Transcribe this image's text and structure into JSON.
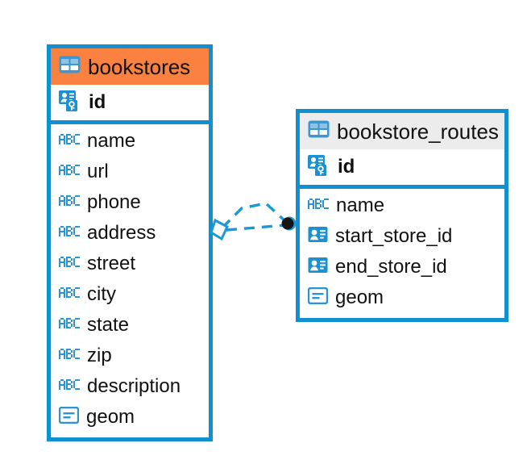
{
  "diagram": {
    "type": "entity-relationship-diagram",
    "background_color": "#ffffff",
    "border_color": "#108fd1",
    "entities": [
      {
        "name": "bookstores",
        "header_color": "#fa8140",
        "header_icon": "table-grid-icon",
        "primary_key": {
          "label": "id",
          "icon": "primary-key-icon"
        },
        "columns": [
          {
            "label": "name",
            "icon": "abc-text-icon"
          },
          {
            "label": "url",
            "icon": "abc-text-icon"
          },
          {
            "label": "phone",
            "icon": "abc-text-icon"
          },
          {
            "label": "address",
            "icon": "abc-text-icon"
          },
          {
            "label": "street",
            "icon": "abc-text-icon"
          },
          {
            "label": "city",
            "icon": "abc-text-icon"
          },
          {
            "label": "state",
            "icon": "abc-text-icon"
          },
          {
            "label": "zip",
            "icon": "abc-text-icon"
          },
          {
            "label": "description",
            "icon": "abc-text-icon"
          },
          {
            "label": "geom",
            "icon": "blob-geometry-icon"
          }
        ]
      },
      {
        "name": "bookstore_routes",
        "header_color": "#ececec",
        "header_icon": "table-grid-icon",
        "primary_key": {
          "label": "id",
          "icon": "primary-key-icon"
        },
        "columns": [
          {
            "label": "name",
            "icon": "abc-text-icon"
          },
          {
            "label": "start_store_id",
            "icon": "foreign-key-icon"
          },
          {
            "label": "end_store_id",
            "icon": "foreign-key-icon"
          },
          {
            "label": "geom",
            "icon": "blob-geometry-icon"
          }
        ]
      }
    ],
    "relationship": {
      "from_entity": "bookstores",
      "to_entity": "bookstore_routes",
      "line_style": "dashed",
      "line_color": "#189ad6",
      "source_marker": "diamond-outline",
      "target_marker": "filled-circle",
      "target_marker_color": "#111111"
    }
  }
}
